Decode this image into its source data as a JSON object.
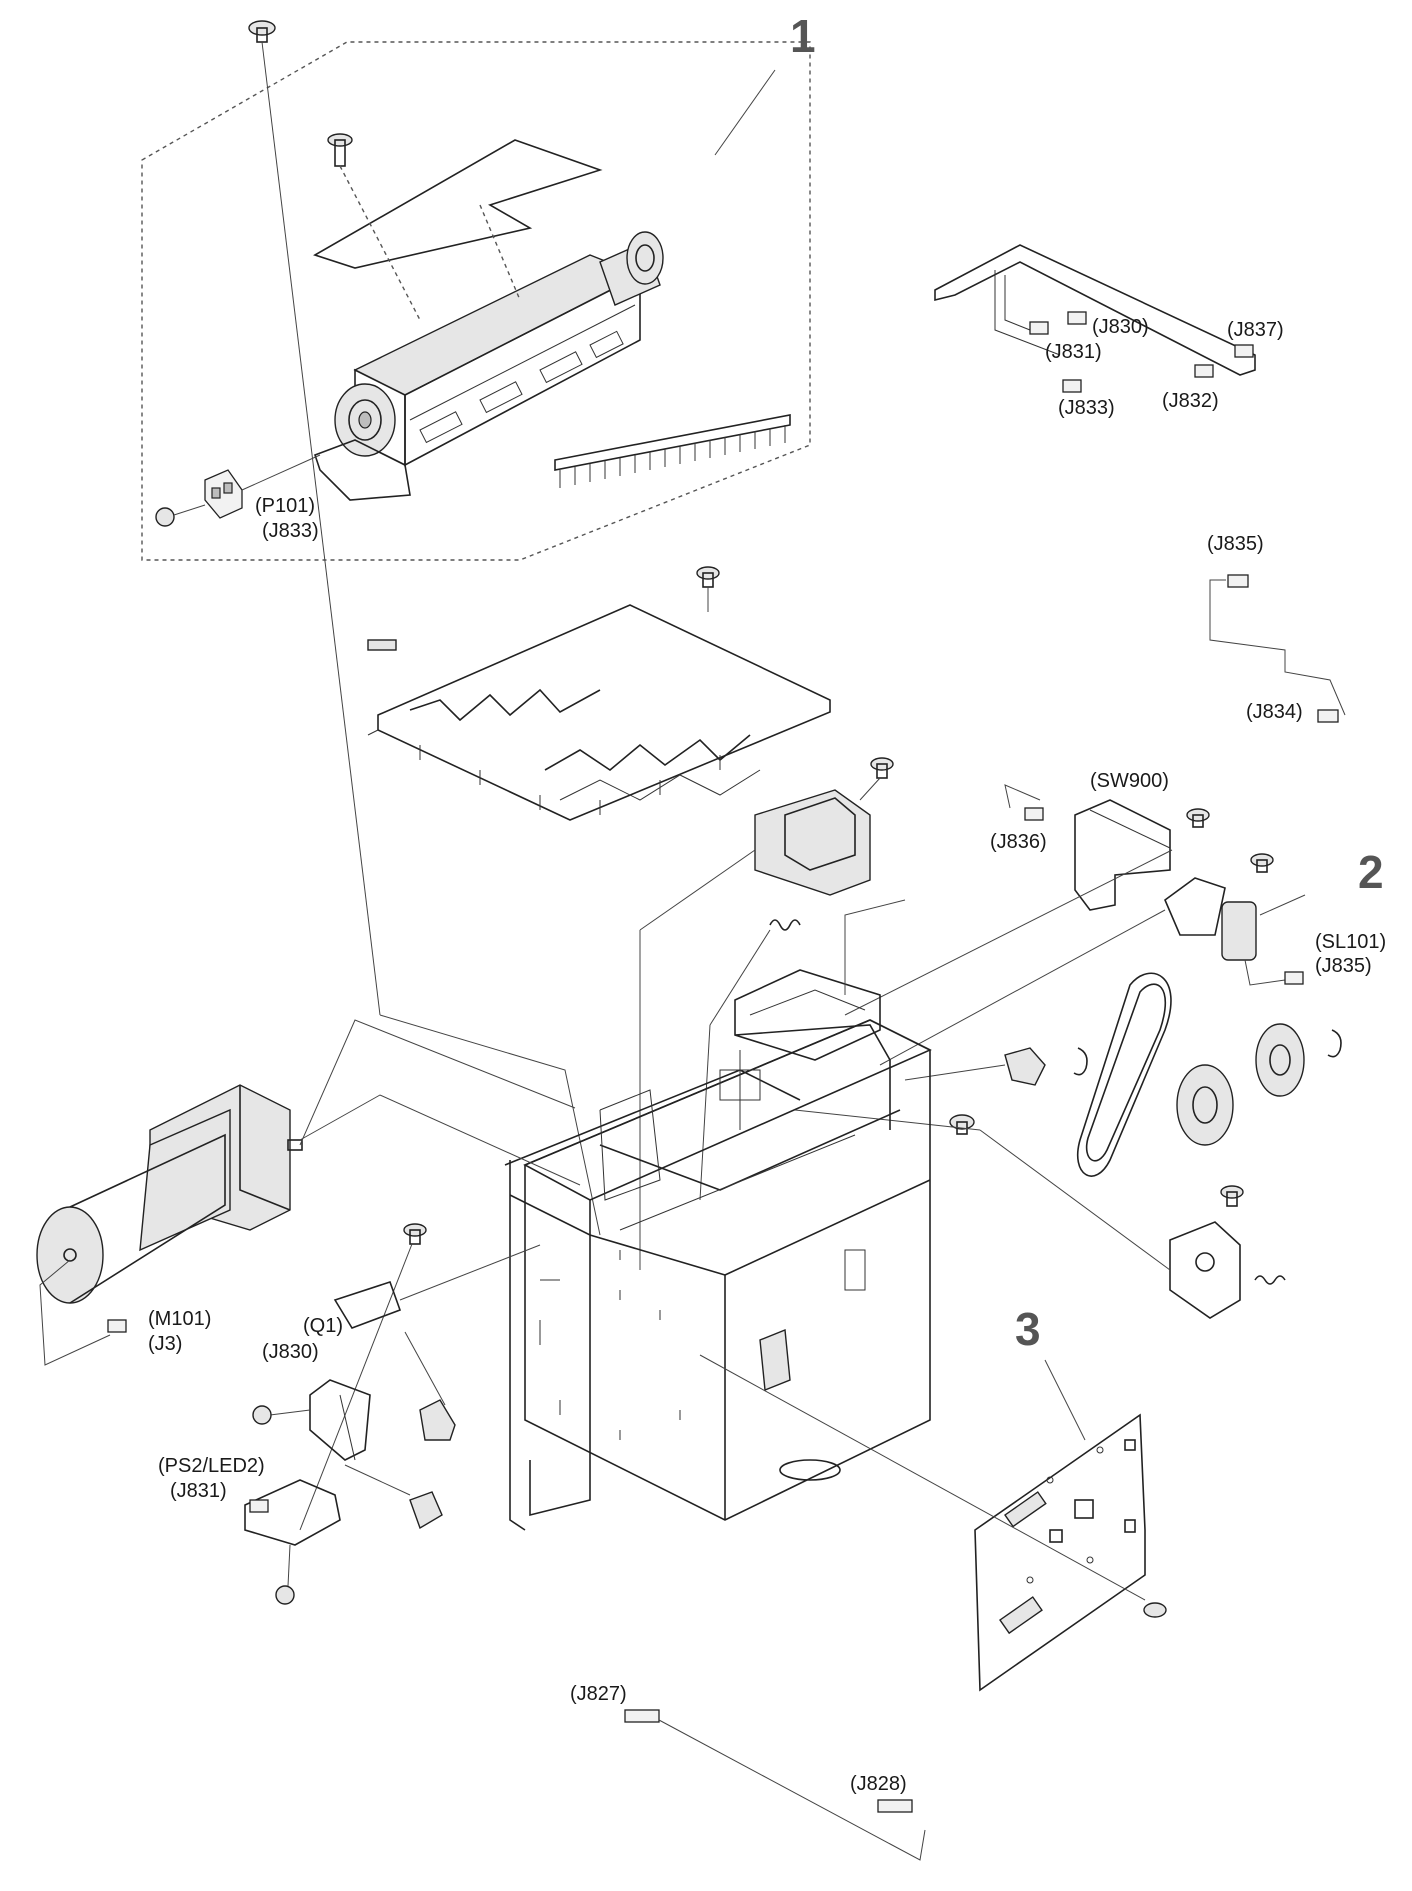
{
  "callouts": [
    "1",
    "2",
    "3"
  ],
  "labels": {
    "p101": "(P101)",
    "j833a": "(J833)",
    "j830a": "(J830)",
    "j831a": "(J831)",
    "j837": "(J837)",
    "j833b": "(J833)",
    "j832": "(J832)",
    "j835a": "(J835)",
    "j834": "(J834)",
    "sw900": "(SW900)",
    "j836": "(J836)",
    "sl101": "(SL101)",
    "j835b": "(J835)",
    "m101": "(M101)",
    "j3": "(J3)",
    "q1": "(Q1)",
    "j830b": "(J830)",
    "ps2led2": "(PS2/LED2)",
    "j831b": "(J831)",
    "j827": "(J827)",
    "j828": "(J828)"
  }
}
